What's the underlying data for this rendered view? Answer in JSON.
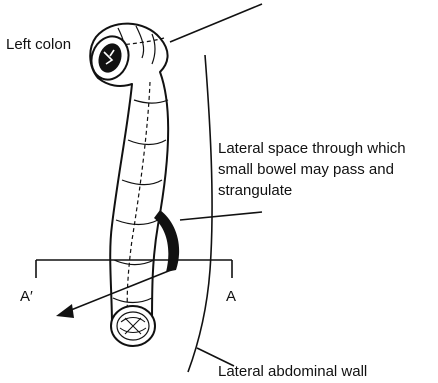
{
  "labels": {
    "left_colon": "Left colon",
    "lateral_space_line1": "Lateral space through which",
    "lateral_space_line2": "small bowel may pass and",
    "lateral_space_line3": "strangulate",
    "section_left": "A′",
    "section_right": "A",
    "abdominal_wall": "Lateral abdominal wall"
  },
  "colors": {
    "ink": "#111111",
    "background": "#ffffff"
  }
}
